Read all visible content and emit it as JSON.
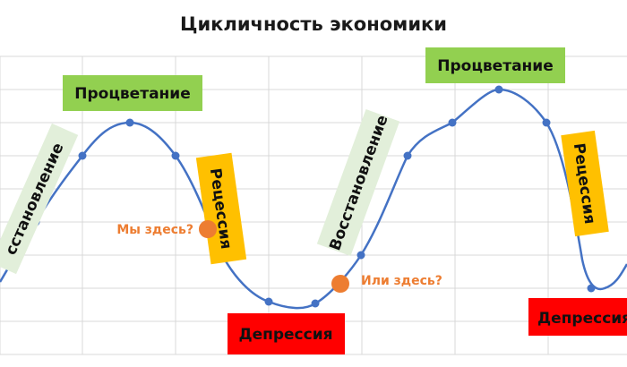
{
  "title": "Цикличность экономики",
  "phases": {
    "recovery": "Восстановление",
    "recovery_cut": "сстановление",
    "prosperity": "Процветание",
    "recession": "Рецессия",
    "depression": "Депрессия"
  },
  "markers": {
    "here1": "Мы здесь?",
    "here2": "Или здесь?"
  },
  "colors": {
    "curve": "#4472C4",
    "prosperity": "#92D050",
    "recovery": "#E2EFDA",
    "recession": "#FFC000",
    "depression": "#FF0000",
    "marker": "#ED7D31",
    "grid": "#D9D9D9"
  }
}
